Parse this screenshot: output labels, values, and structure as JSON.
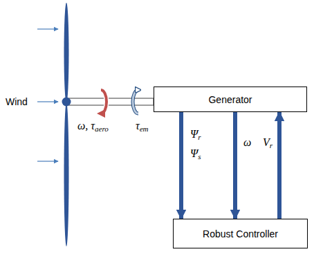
{
  "diagram": {
    "nodes": [
      {
        "text": [
          "Generator"
        ]
      },
      {
        "text": [
          "Robust Controller"
        ]
      }
    ],
    "edges": [
      {
        "from": 0,
        "to": 1,
        "label": "Ψr Ψs",
        "arrow": "to"
      },
      {
        "from": 0,
        "to": 1,
        "label": "ω",
        "arrow": "to"
      },
      {
        "from": 1,
        "to": 0,
        "label": "Vr",
        "arrow": "to"
      }
    ],
    "labels": [
      "Wind",
      "ω, τaero",
      "τem"
    ]
  }
}
